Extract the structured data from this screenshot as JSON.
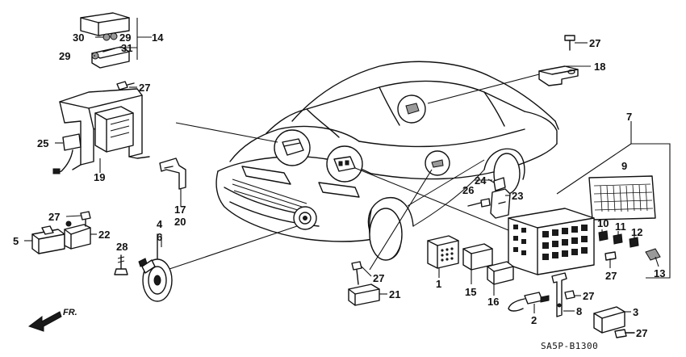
{
  "diagram": {
    "labels": {
      "l1": "1",
      "l2": "2",
      "l3": "3",
      "l4": "4",
      "l5": "5",
      "l6": "6",
      "l7": "7",
      "l8": "8",
      "l9": "9",
      "l10": "10",
      "l11": "11",
      "l12": "12",
      "l13": "13",
      "l14": "14",
      "l15": "15",
      "l16": "16",
      "l17": "17",
      "l18": "18",
      "l19": "19",
      "l20": "20",
      "l21": "21",
      "l22": "22",
      "l23": "23",
      "l24": "24",
      "l25": "25",
      "l26": "26",
      "l27": "27",
      "l28": "28",
      "l29": "29",
      "l30": "30",
      "l31": "31"
    },
    "direction": "FR.",
    "diagram_code": "SA5P-B1300"
  }
}
